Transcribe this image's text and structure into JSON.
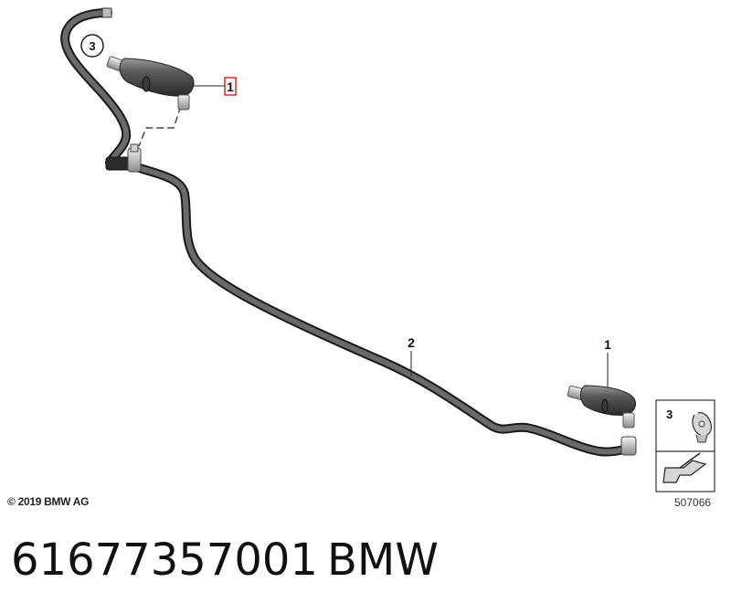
{
  "diagram": {
    "callouts": {
      "top_nozzle": "1",
      "hose": "2",
      "bottom_nozzle": "1",
      "clip_circle": "3",
      "legend_clip": "3"
    },
    "copyright": "© 2019 BMW AG",
    "reference_number": "507066"
  },
  "caption": {
    "part_number": "61677357001",
    "brand": "BMW"
  }
}
